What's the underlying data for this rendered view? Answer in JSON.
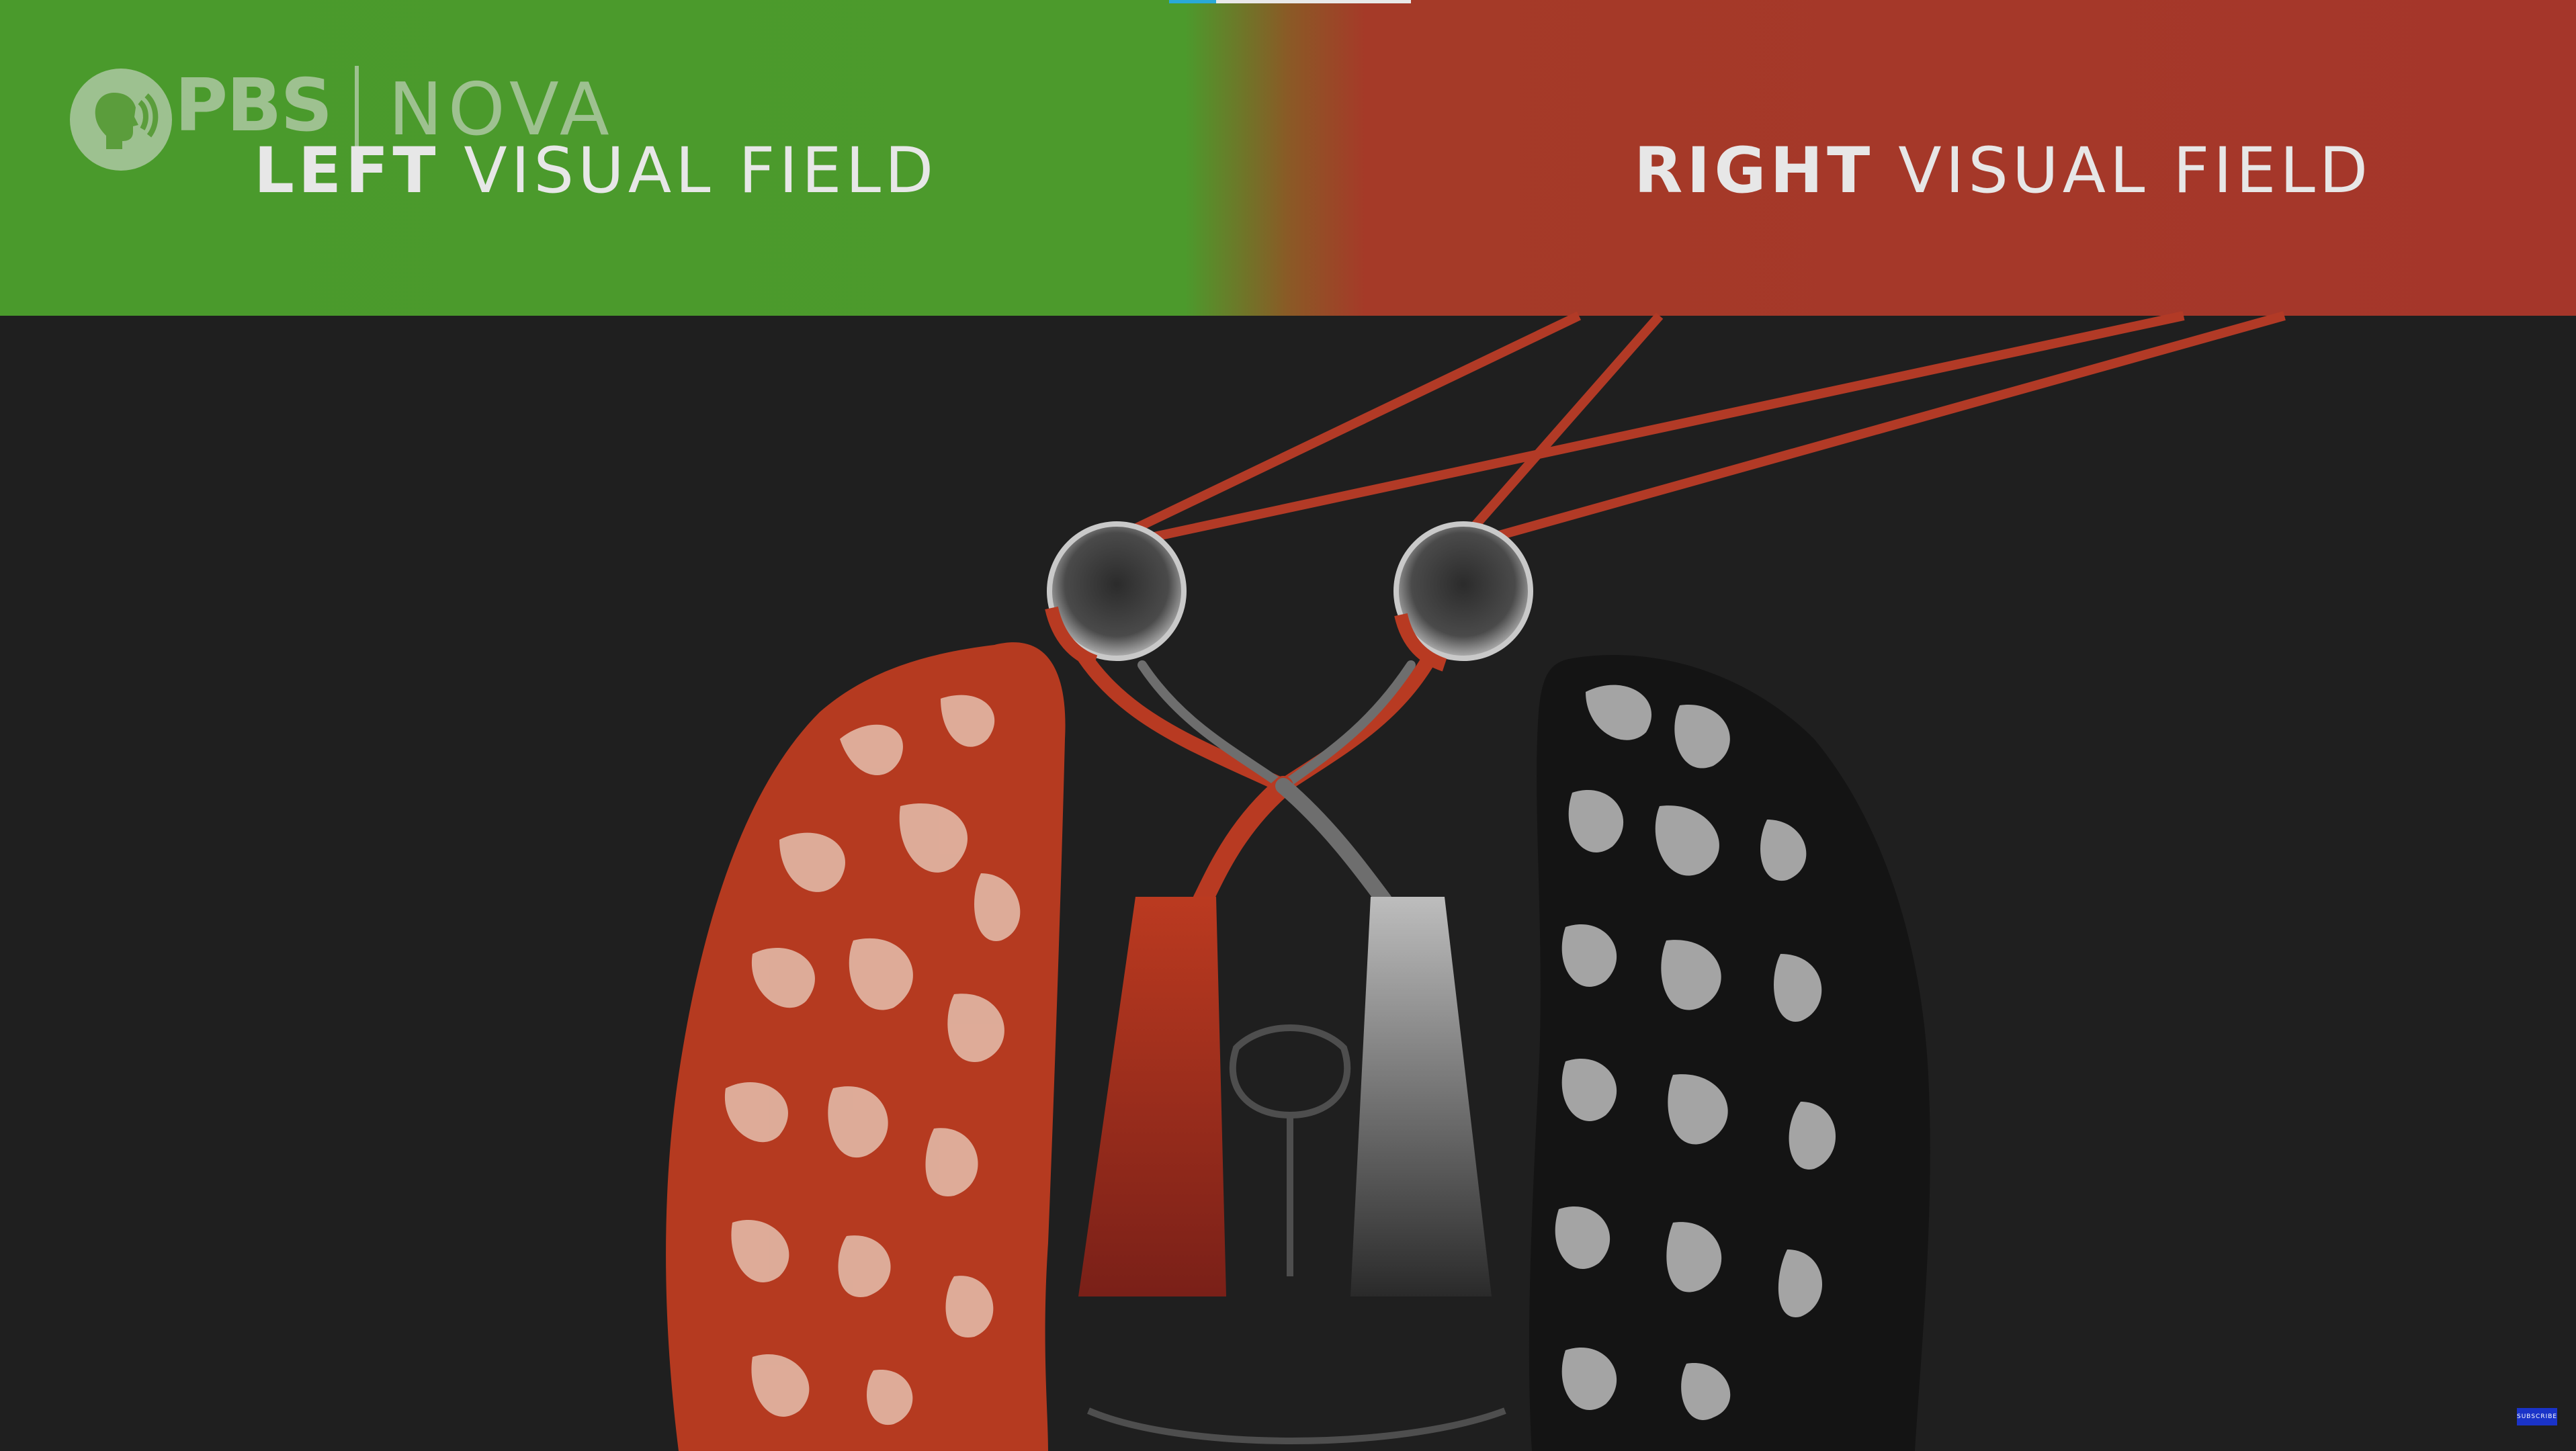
{
  "video": {
    "watermark": {
      "brand": "PBS",
      "show": "NOVA"
    },
    "left_field": {
      "strong": "LEFT",
      "rest": " VISUAL FIELD"
    },
    "right_field": {
      "strong": "RIGHT",
      "rest": " VISUAL FIELD"
    },
    "subscribe_label": "SUBSCRIBE",
    "colors": {
      "left_field": "#4c9a2c",
      "right_field": "#a5362a",
      "background": "#1f1f1f",
      "highlight": "#b83a22",
      "grey_structure": "#9a9a9a"
    }
  }
}
